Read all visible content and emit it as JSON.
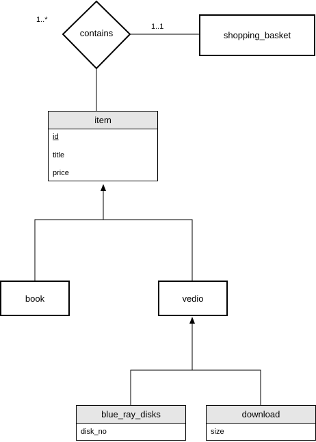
{
  "relationship": {
    "name": "contains",
    "multiplicity_left": "1..*",
    "multiplicity_right": "1..1"
  },
  "entities": {
    "shopping_basket": "shopping_basket",
    "item": {
      "title": "item",
      "attributes": [
        "id",
        "title",
        "price"
      ]
    },
    "book": "book",
    "vedio": "vedio",
    "blue_ray_disks": {
      "title": "blue_ray_disks",
      "attributes": [
        "disk_no"
      ]
    },
    "download": {
      "title": "download",
      "attributes": [
        "size"
      ]
    }
  }
}
